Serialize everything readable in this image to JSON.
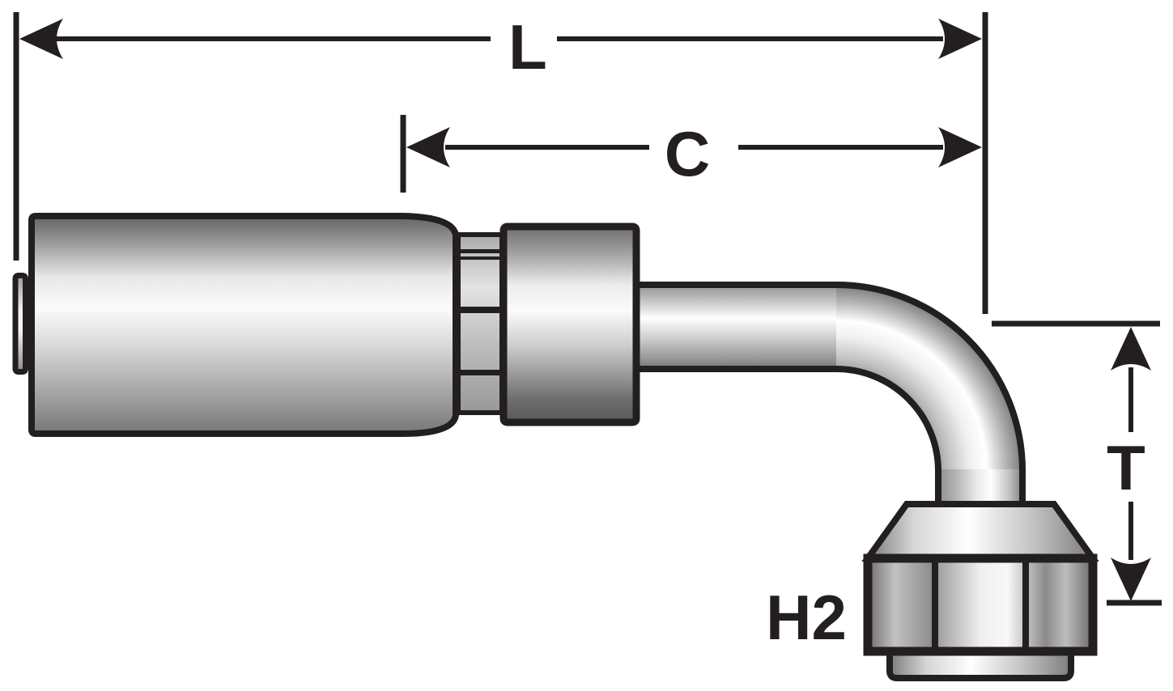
{
  "labels": {
    "L": "L",
    "C": "C",
    "T": "T",
    "H2": "H2"
  },
  "colors": {
    "ink": "#231f20",
    "background": "#ffffff",
    "metal_highlight": "#ffffff",
    "metal_midtone": "#b5b5b5",
    "metal_shadow": "#606060"
  }
}
